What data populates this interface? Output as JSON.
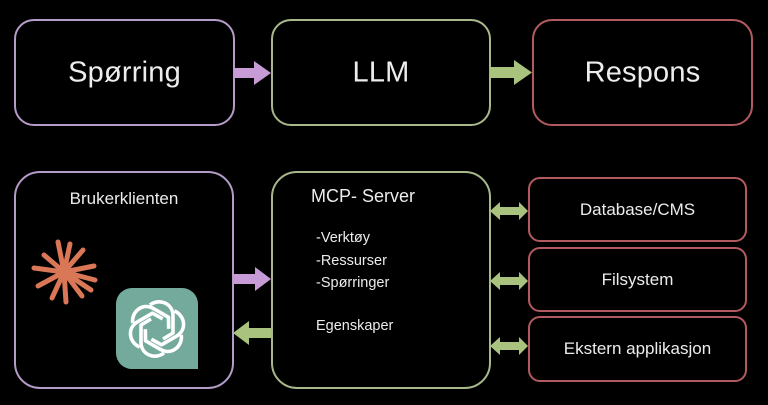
{
  "diagram": {
    "top_row": {
      "query": {
        "label": "Spørring"
      },
      "llm": {
        "label": "LLM"
      },
      "response": {
        "label": "Respons"
      }
    },
    "client": {
      "title": "Brukerklienten",
      "icons": [
        "claude-icon",
        "chatgpt-icon"
      ]
    },
    "mcp_server": {
      "title": "MCP- Server",
      "items": [
        "-Verktøy",
        "-Ressurser",
        "-Spørringer"
      ],
      "properties_label": "Egenskaper"
    },
    "resources": [
      {
        "label": "Database/CMS"
      },
      {
        "label": "Filsystem"
      },
      {
        "label": "Ekstern applikasjon"
      }
    ],
    "colors": {
      "background": "#000000",
      "text": "#ECECEC",
      "purple": "#B59BC8",
      "purple_arrow": "#C69BD6",
      "green": "#A8B88A",
      "green_arrow": "#A9C27E",
      "red": "#B35A60",
      "claude_orange": "#D97757",
      "chatgpt_teal": "#74AA9C"
    }
  }
}
